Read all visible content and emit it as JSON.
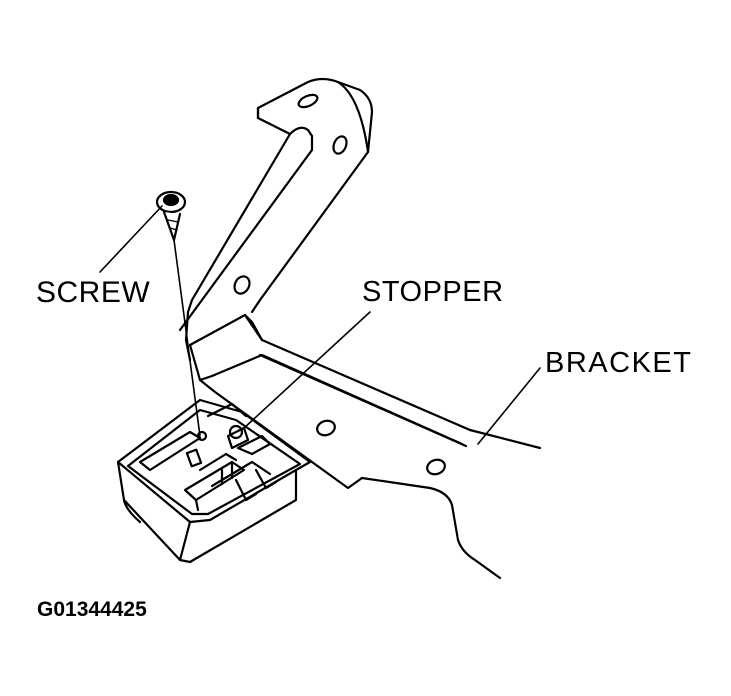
{
  "labels": {
    "screw": "SCREW",
    "stopper": "STOPPER",
    "bracket": "BRACKET"
  },
  "figure_id": "G01344425",
  "colors": {
    "line": "#000000",
    "background": "#ffffff"
  }
}
